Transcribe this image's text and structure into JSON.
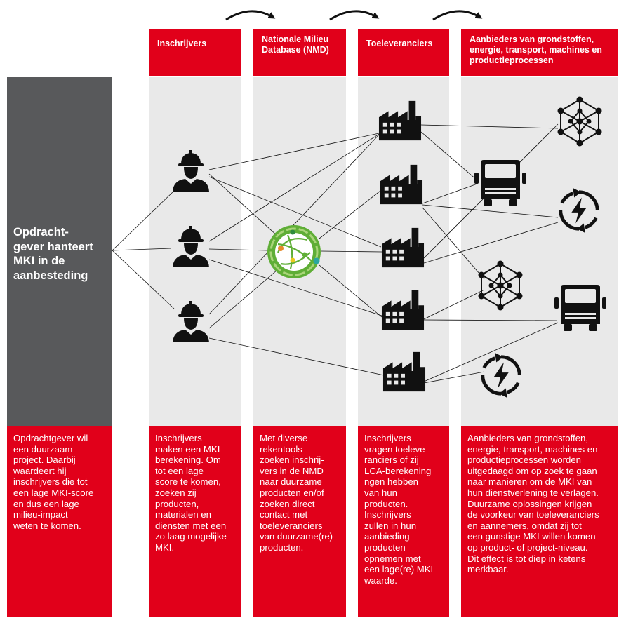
{
  "columns": [
    {
      "key": "inschrijvers",
      "header": "Inschrijvers",
      "description": "Inschrijvers\nmaken een MKI-\nberekening. Om\ntot een lage\nscore te komen,\nzoeken zij\nproducten,\nmaterialen en\ndiensten met een\nzo laag mogelijke\nMKI."
    },
    {
      "key": "nmd",
      "header": "Nationale Milieu\nDatabase (NMD)",
      "description": "Met diverse\nrekentools\nzoeken inschrij-\nvers in de NMD\nnaar duurzame\nproducten en/of\nzoeken direct\ncontact met\ntoeleveranciers\nvan duurzame(re)\nproducten."
    },
    {
      "key": "toeleveranciers",
      "header": "Toeleveranciers",
      "description": "Inschrijvers\nvragen toeleve-\nranciers of zij\nLCA-berekening\nngen hebben\nvan hun\nproducten.\nInschrijvers\nzullen in hun\naanbieding\nproducten\nopnemen met\neen lage(re) MKI\nwaarde."
    },
    {
      "key": "aanbieders",
      "header": "Aanbieders van grondstoffen,\nenergie, transport, machines en\nproductieprocessen",
      "description": "Aanbieders van grondstoffen,\nenergie, transport, machines en\nproductieprocessen worden\nuitgedaagd om op zoek te gaan\nnaar manieren om de MKI van\nhun dienstverlening te verlagen.\nDuurzame oplossingen krijgen\nde voorkeur van toeleveranciers\nen aannemers, omdat zij tot\neen gunstige MKI willen komen\nop product- of project-niveau.\nDit effect is tot diep in ketens\nmerkbaar."
    }
  ],
  "opdrachtgever": {
    "label": "Opdracht-\ngever hanteert\nMKI in de\naanbesteding",
    "description": "Opdrachtgever wil\neen duurzaam\nproject. Daarbij\nwaardeert hij\ninschrijvers die tot\neen lage MKI-score\nen dus een lage\nmilieu-impact\nweten te komen."
  },
  "icons": [
    "worker-icon",
    "nmd-database-icon",
    "factory-icon",
    "network-icon",
    "truck-icon",
    "renewable-energy-icon",
    "curved-arrow-icon"
  ],
  "colors": {
    "accent": "#e1001a",
    "lane": "#e9e9e9",
    "sidebar": "#58595b",
    "nmd_green": "#5fae36"
  }
}
